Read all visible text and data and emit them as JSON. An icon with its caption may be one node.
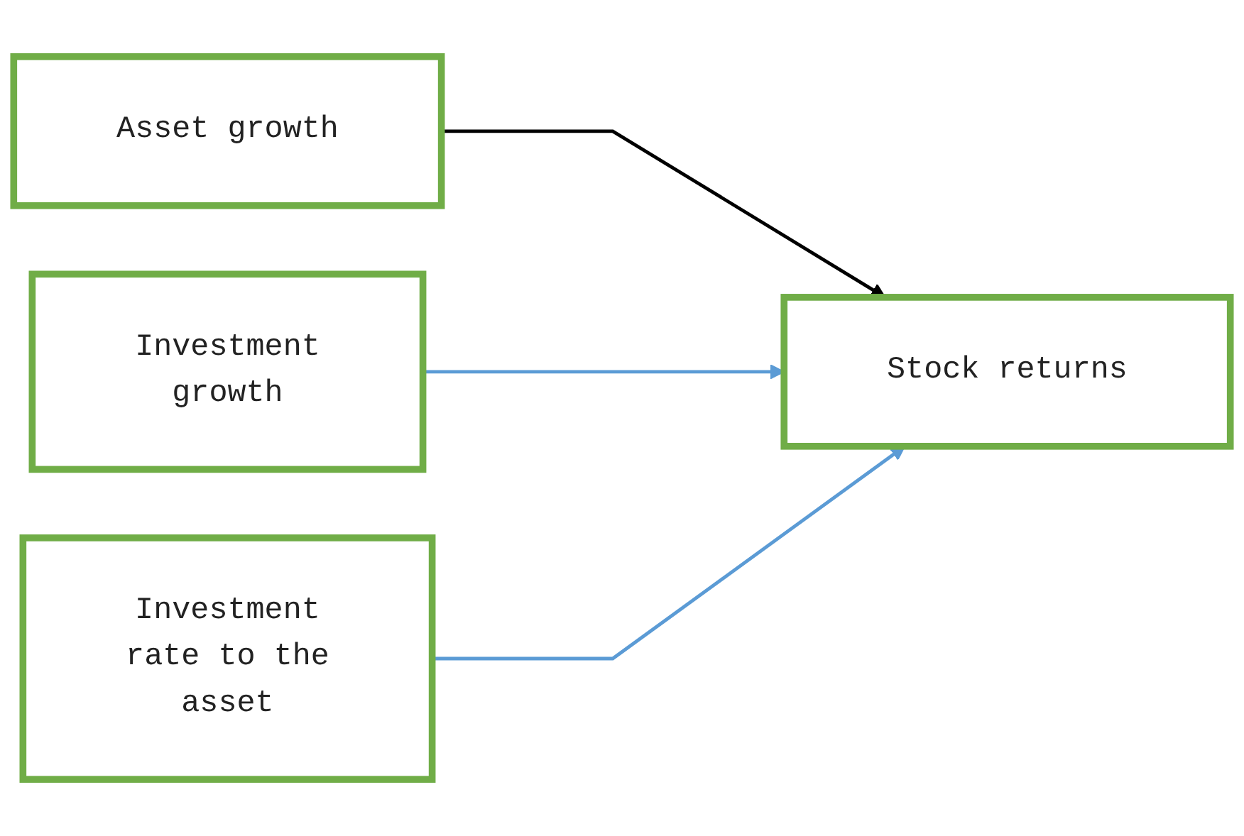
{
  "diagram": {
    "nodes": [
      {
        "text": [
          "Asset growth"
        ]
      },
      {
        "text": [
          "Investment growth"
        ]
      },
      {
        "text": [
          "Investment rate to the asset"
        ]
      },
      {
        "text": [
          "Stock returns"
        ]
      }
    ],
    "edges": [
      {
        "from": 0,
        "to": 3,
        "arrow": "to",
        "color": "#000000"
      },
      {
        "from": 1,
        "to": 3,
        "arrow": "to"
      },
      {
        "from": 2,
        "to": 3,
        "arrow": "to"
      }
    ]
  }
}
